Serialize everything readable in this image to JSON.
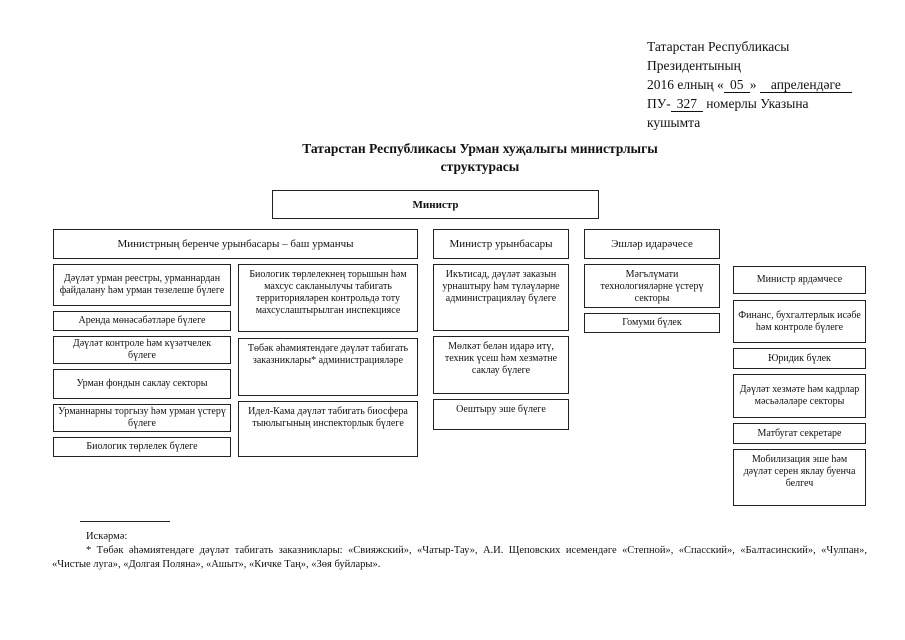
{
  "header": {
    "line1": "Татарстан Республикасы",
    "line2": "Президентының",
    "line3_prefix": "2016 елның «",
    "day": "05",
    "line3_mid": "»",
    "month": "апрелендәге",
    "line4_prefix": "ПУ-",
    "number": "327",
    "line4_suffix": "номерлы Указына",
    "line5": "кушымта"
  },
  "title": {
    "line1": "Татарстан Республикасы Урман хуҗалыгы министрлыгы",
    "line2": "структурасы"
  },
  "minister": "Министр",
  "first_deputy": {
    "title": "Министрның беренче урынбасары – баш урманчы",
    "col1": [
      "Дәүләт урман реестры, урманнардан файдалану һәм урман төзелеше бүлеге",
      "Аренда мөнәсәбәтләре бүлеге",
      "Дәүләт контроле һәм күзәтчелек бүлеге",
      "Урман фондын саклау секторы",
      "Урманнарны торгызу һәм урман үстерү бүлеге",
      "Биологик төрлелек бүлеге"
    ],
    "col2": [
      "Биологик төрлелекнең торышын һәм махсус сакланылучы табигать территорияләрен контрольдә тоту махсуслаштырылган инспекциясе",
      "Төбәк әһәмиятендәге дәүләт табигать заказниклары* администрацияләре",
      "Идел-Кама дәүләт табигать биосфера тыюлыгының инспекторлык бүлеге"
    ]
  },
  "deputy": {
    "title": "Министр урынбасары",
    "items": [
      "Икътисад, дәүләт заказын урнаштыру һәм түләүләрне администрацияләү бүлеге",
      "Мөлкәт белән идарә итү, техник үсеш һәм хезмәтне саклау бүлеге",
      "Оештыру эше бүлеге"
    ]
  },
  "affairs": {
    "title": "Эшләр идарәчесе",
    "items": [
      "Мәгълүмати технологияләрне үстерү секторы",
      "Гомуми бүлек"
    ]
  },
  "assistant_column": [
    "Министр ярдәмчесе",
    "Финанс, бухгалтерлык исәбе һәм контроле бүлеге",
    "Юридик бүлек",
    "Дәүләт хезмәте һәм кадрлар мәсьәләләре секторы",
    "Матбугат секретаре",
    "Мобилизация эше һәм дәүләт серен яклау буенча белгеч"
  ],
  "note": {
    "label": "Искәрмә:",
    "text": "* Төбәк әһәмиятендәге дәүләт табигать заказниклары: «Свияжский», «Чатыр-Тау», А.И. Щеповских исемендәге «Степной», «Спасский», «Балтасинский», «Чулпан», «Чистые луга», «Долгая Поляна», «Ашыт», «Кичке Таң», «Зөя буйлары»."
  }
}
